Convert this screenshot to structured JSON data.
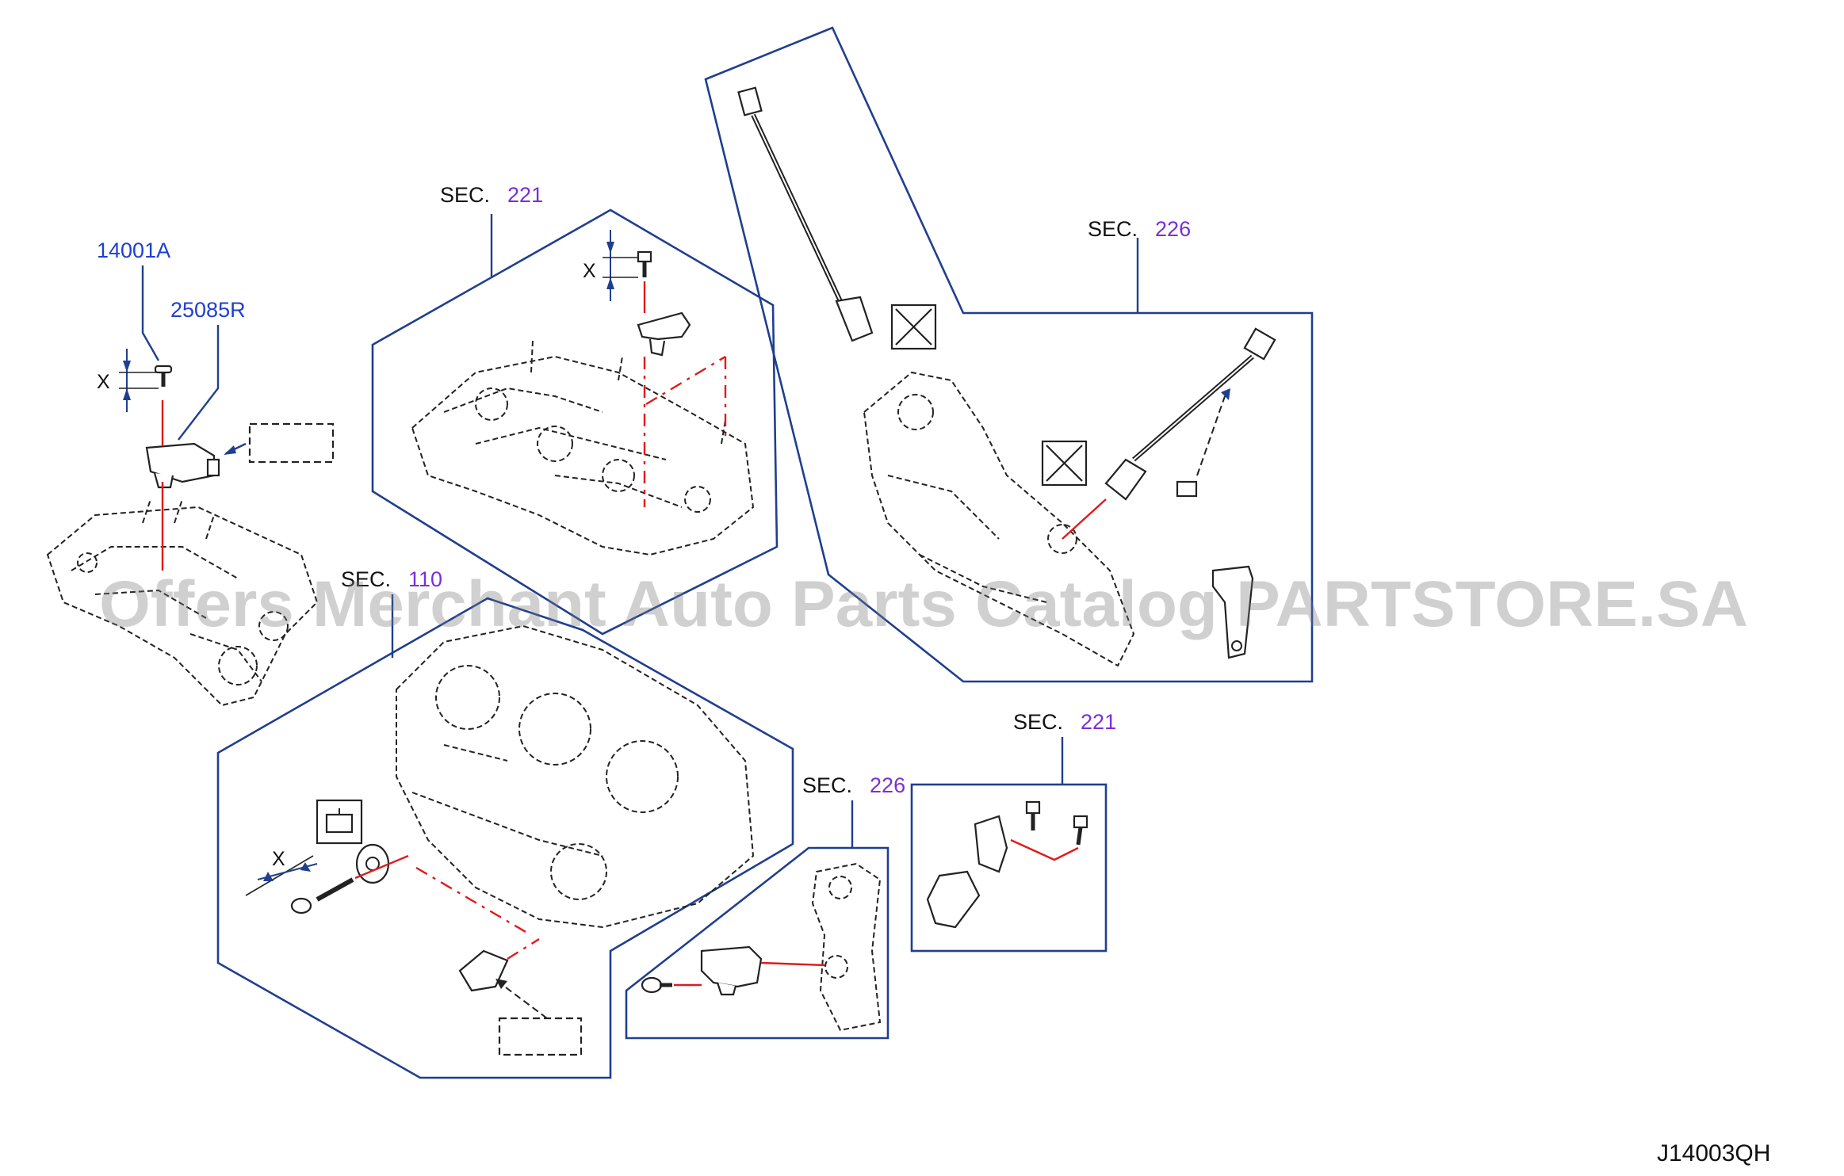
{
  "sections": [
    {
      "id": "sec-221-top",
      "word": "SEC.",
      "number": "221"
    },
    {
      "id": "sec-226-top",
      "word": "SEC.",
      "number": "226"
    },
    {
      "id": "sec-110",
      "word": "SEC.",
      "number": "110"
    },
    {
      "id": "sec-221-bottom",
      "word": "SEC.",
      "number": "221"
    },
    {
      "id": "sec-226-bottom",
      "word": "SEC.",
      "number": "226"
    }
  ],
  "part_numbers": [
    "14001A",
    "25085R"
  ],
  "torque_marks": [
    "X",
    "X",
    "X"
  ],
  "watermark": "Offers Merchant Auto Parts Catalog PARTSTORE.SA",
  "diagram_code": "J14003QH",
  "colors": {
    "panel": "#1f3f8f",
    "part_number": "#1f3fd4",
    "section_number": "#7a2fd6",
    "leader_red": "#e01b1b"
  }
}
